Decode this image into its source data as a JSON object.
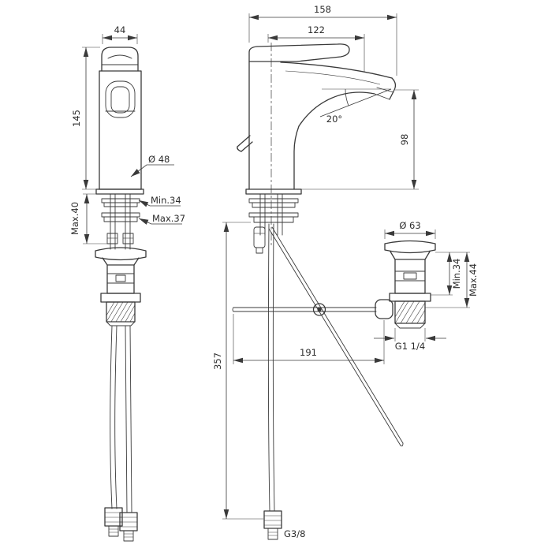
{
  "front_view": {
    "dim_handle_width": "44",
    "dim_height": "145",
    "dim_body_diameter": "Ø 48",
    "label_mount_min": "Min.34",
    "label_mount_max": "Max.37",
    "dim_deck_thickness_max": "Max.40"
  },
  "side_view": {
    "dim_total_depth": "158",
    "dim_spout_reach": "122",
    "dim_spout_angle": "20°",
    "dim_spout_height": "98",
    "dim_drain_flange_diameter": "Ø 63",
    "label_drain_deck_min": "Min.34",
    "label_drain_deck_max": "Max.44",
    "label_drain_thread": "G1 1/4",
    "dim_faucet_to_drain": "191",
    "dim_hose_length": "357",
    "label_hose_thread": "G3/8"
  }
}
